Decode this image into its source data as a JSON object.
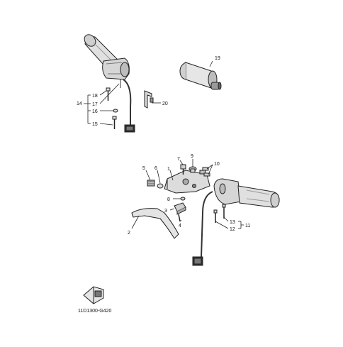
{
  "diagram": {
    "code": "11D1300-G420",
    "colors": {
      "ink": "#222222",
      "light": "#e8e8e8",
      "mid": "#bdbdbd",
      "dark": "#555555",
      "paper": "#ffffff"
    },
    "callouts": {
      "c1": "1",
      "c2": "2",
      "c3": "3",
      "c4": "4",
      "c5": "5",
      "c6": "6",
      "c7": "7",
      "c8": "8",
      "c9": "9",
      "c10": "10",
      "c11": "11",
      "c12": "12",
      "c13": "13",
      "c14": "14",
      "c15": "15",
      "c16": "16",
      "c17": "17",
      "c18": "18",
      "c19": "19",
      "c20": "20"
    },
    "icons": {
      "direction": "front-arrow-icon"
    }
  }
}
